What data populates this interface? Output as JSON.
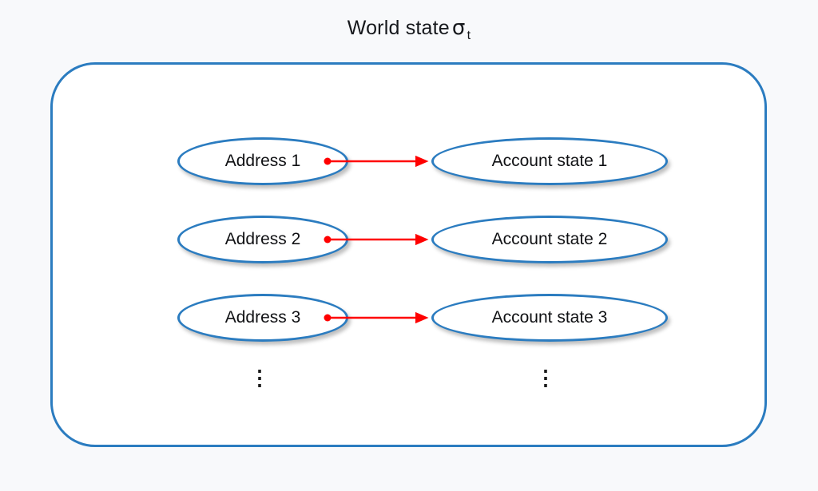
{
  "title": {
    "text": "World state",
    "symbol": "σ",
    "subscript": "t"
  },
  "container": {
    "name": "World state container",
    "border_color": "#2b7cc0",
    "fill_color": "#ffffff"
  },
  "colors": {
    "node_border": "#2b7cc0",
    "node_fill": "#ffffff",
    "arrow": "#ff0000",
    "text": "#101114",
    "background": "#f8f9fb"
  },
  "mappings": [
    {
      "key": "Address 1",
      "value": "Account state 1",
      "arrow": "maps-to"
    },
    {
      "key": "Address 2",
      "value": "Account state 2",
      "arrow": "maps-to"
    },
    {
      "key": "Address 3",
      "value": "Account state 3",
      "arrow": "maps-to"
    }
  ],
  "continuation": {
    "left": "⋮",
    "right": "⋮"
  }
}
